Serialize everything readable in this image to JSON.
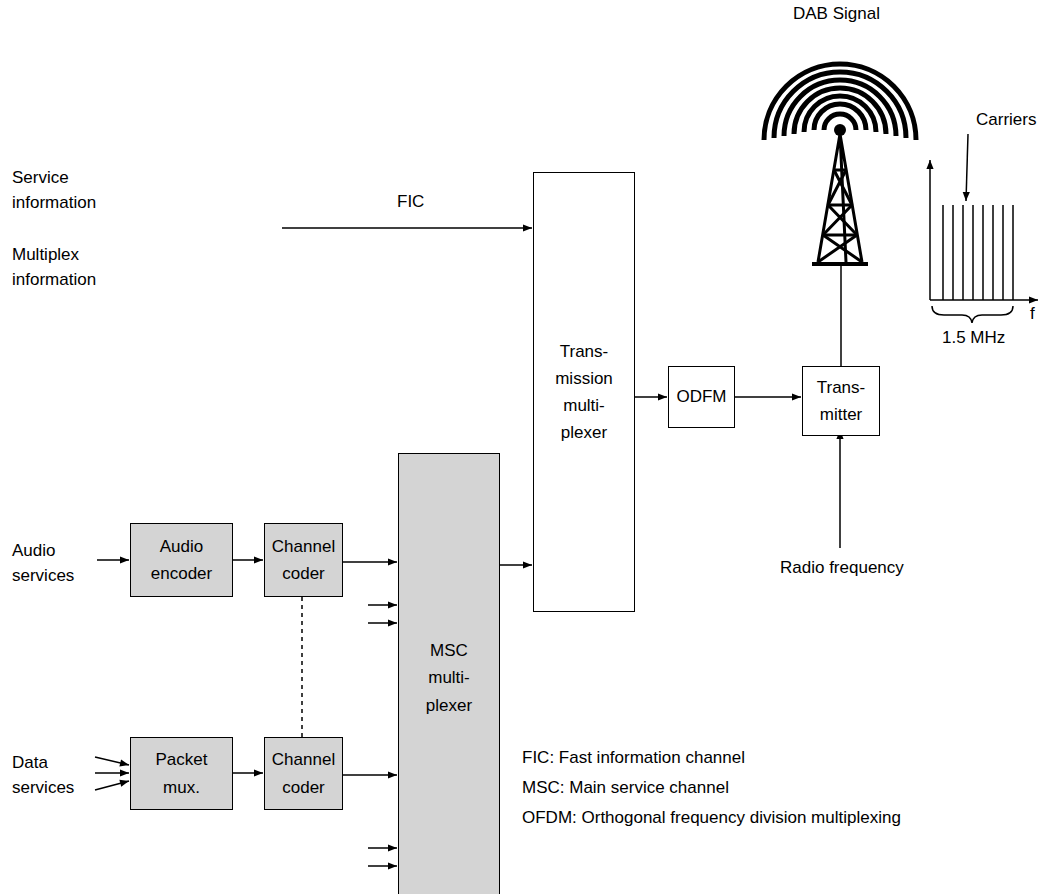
{
  "diagram": {
    "nodes": [
      {
        "text": [
          "Audio encoder"
        ]
      },
      {
        "text": [
          "Channel coder"
        ]
      },
      {
        "text": [
          "Packet mux."
        ]
      },
      {
        "text": [
          "Channel coder"
        ]
      },
      {
        "text": [
          "MSC multi- plexer"
        ]
      },
      {
        "text": [
          "Trans- mission multi- plexer"
        ]
      },
      {
        "text": [
          "ODFM"
        ]
      },
      {
        "text": [
          "Trans- mitter"
        ]
      }
    ],
    "edges": [
      {
        "from": 0,
        "to": 1,
        "arrow": "to"
      },
      {
        "from": 1,
        "to": 4,
        "arrow": "to"
      },
      {
        "from": 2,
        "to": 3,
        "arrow": "to"
      },
      {
        "from": 3,
        "to": 4,
        "arrow": "to"
      },
      {
        "from": 1,
        "to": 3,
        "arrow": "none"
      },
      {
        "from": 4,
        "to": 5,
        "arrow": "to"
      },
      {
        "from": 5,
        "to": 6,
        "arrow": "to"
      },
      {
        "from": 6,
        "to": 7,
        "arrow": "to"
      }
    ],
    "labels": [
      "DAB Signal",
      "Carriers",
      "1.5 MHz",
      "f",
      "Service information",
      "FIC",
      "Multiplex information",
      "Audio services",
      "Data services",
      "Radio frequency",
      "FIC: Fast information channel",
      "MSC: Main service channel",
      "OFDM: Orthogonal frequency division multiplexing"
    ]
  }
}
